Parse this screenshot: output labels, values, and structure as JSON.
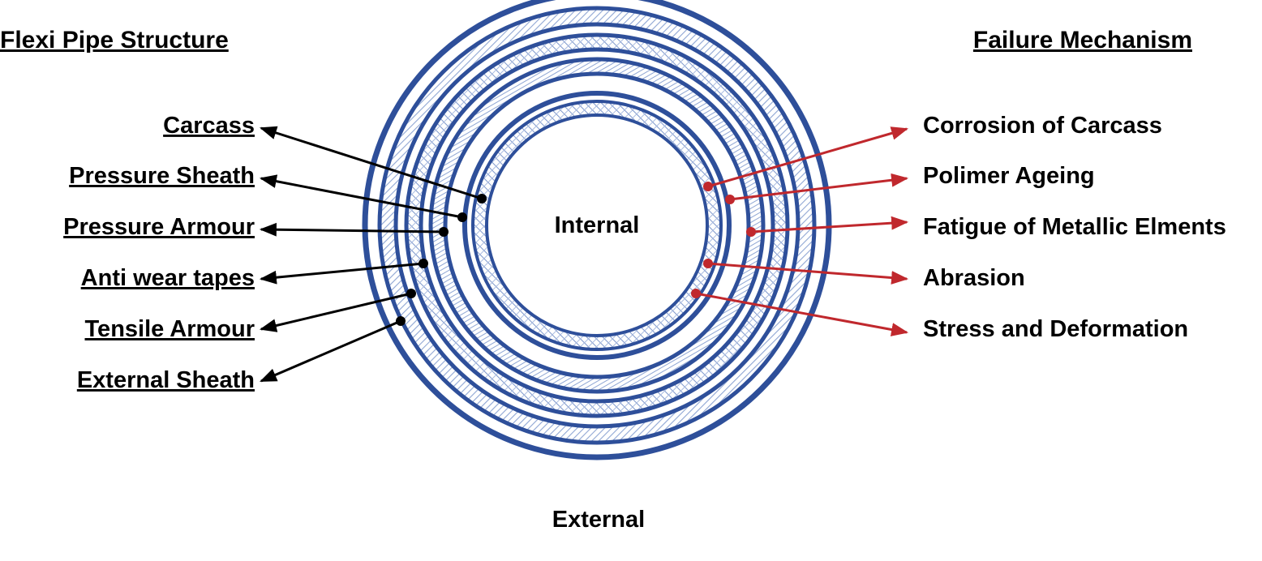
{
  "left_title": "Flexi Pipe Structure",
  "right_title": "Failure Mechanism",
  "center_label": "Internal",
  "bottom_label": "External",
  "structure_layers": [
    "Carcass",
    "Pressure Sheath",
    "Pressure Armour",
    "Anti wear tapes",
    "Tensile Armour",
    "External Sheath"
  ],
  "failure_mechanisms": [
    "Corrosion of Carcass",
    "Polimer Ageing",
    "Fatigue of Metallic Elments",
    "Abrasion",
    "Stress and Deformation"
  ],
  "colors": {
    "ring": "#2e4f9a",
    "hatch": "#8fa6d4",
    "structure_arrow": "#000000",
    "failure_arrow": "#c0282d"
  }
}
